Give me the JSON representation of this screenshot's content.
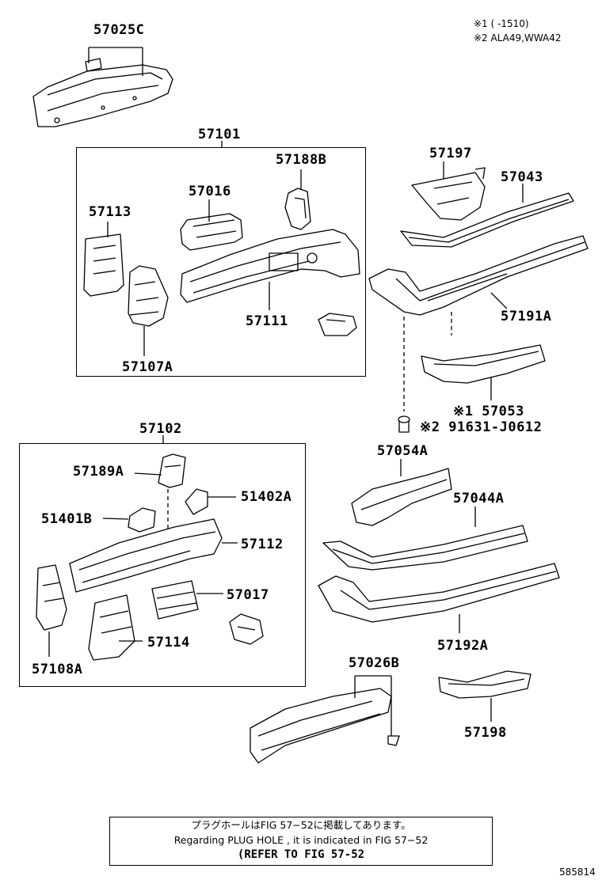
{
  "notes": {
    "note1": "※1 (      -1510)",
    "note2": "※2 ALA49,WWA42"
  },
  "labels": {
    "p57025C": "57025C",
    "p57101": "57101",
    "p57188B": "57188B",
    "p57016": "57016",
    "p57113": "57113",
    "p57111": "57111",
    "p57107A": "57107A",
    "p57197": "57197",
    "p57043": "57043",
    "p57191A": "57191A",
    "p57053": "※1 57053",
    "p91631": "※2 91631-J0612",
    "p57102": "57102",
    "p57189A": "57189A",
    "p51402A": "51402A",
    "p51401B": "51401B",
    "p57112": "57112",
    "p57017": "57017",
    "p57114": "57114",
    "p57108A": "57108A",
    "p57054A": "57054A",
    "p57044A": "57044A",
    "p57192A": "57192A",
    "p57026B": "57026B",
    "p57198": "57198"
  },
  "notice": {
    "line1": "プラグホールはFIG 57−52に掲載してあります。",
    "line2": "Regarding  PLUG  HOLE , it is indicated in FIG  57−52",
    "line3": "(REFER TO FIG 57-52"
  },
  "figure_id": "585814"
}
